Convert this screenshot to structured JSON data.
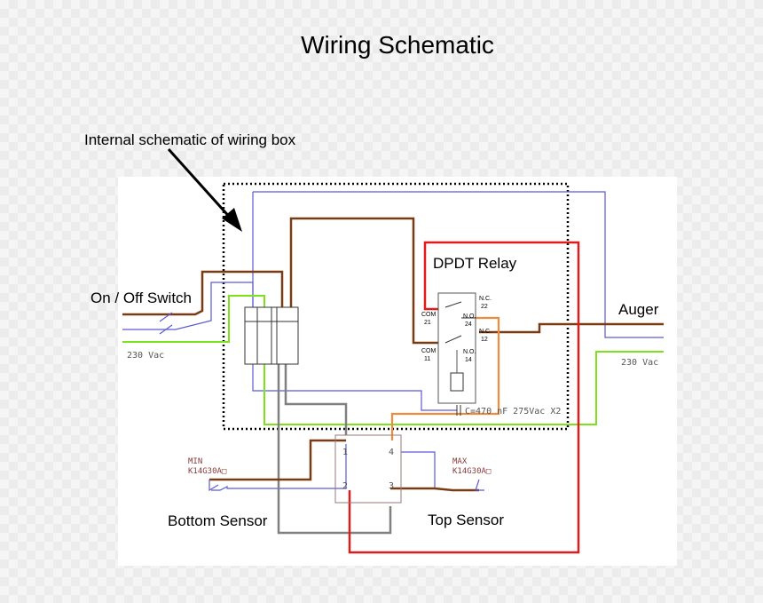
{
  "title": "Wiring Schematic",
  "annotation": "Internal schematic of wiring box",
  "labels": {
    "switch": "On / Off Switch",
    "relay": "DPDT Relay",
    "auger": "Auger",
    "bottom_sensor": "Bottom Sensor",
    "top_sensor": "Top Sensor",
    "supply_left": "230 Vac",
    "supply_right": "230 Vac",
    "capacitor": "C=470 nF 275Vac X2"
  },
  "relay_pins": {
    "com21_name": "COM",
    "com21_num": "21",
    "com11_name": "COM",
    "com11_num": "11",
    "nc22_name": "N.C.",
    "nc22_num": "22",
    "no24_name": "N.O.",
    "no24_num": "24",
    "nc12_name": "N.C.",
    "nc12_num": "12",
    "no14_name": "N.O.",
    "no14_num": "14"
  },
  "sensors": {
    "min_tag": "MIN",
    "min_code": "K14G30A□",
    "max_tag": "MAX",
    "max_code": "K14G30A□"
  },
  "terminals": {
    "t1": "1",
    "t2": "2",
    "t3": "3",
    "t4": "4"
  },
  "wire_colors": {
    "brown": "#7a3b12",
    "blue": "#5b5bd6",
    "green": "#7de21a",
    "red": "#e01b1b",
    "orange": "#f08a3c",
    "grey": "#808080"
  }
}
